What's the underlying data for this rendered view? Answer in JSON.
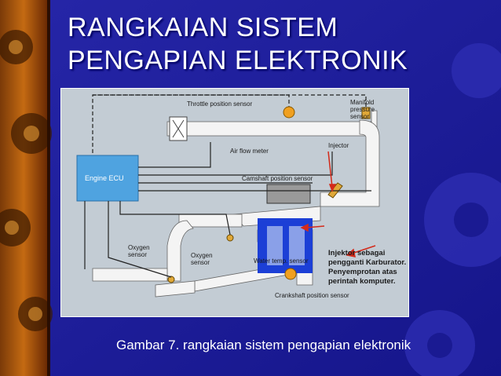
{
  "slide": {
    "title_line1": "RANGKAIAN SISTEM",
    "title_line2": "PENGAPIAN ELEKTRONIK",
    "caption": "Gambar 7. rangkaian sistem pengapian elektronik"
  },
  "diagram": {
    "ecu": "Engine ECU",
    "throttle_position_sensor": "Throttle position sensor",
    "manifold_line1": "Manifold",
    "manifold_line2": "pressure",
    "manifold_line3": "sensor",
    "air_flow_meter": "Air flow meter",
    "injector": "Injector",
    "camshaft_position_sensor": "Camshaft position sensor",
    "oxygen_sensor_1_line1": "Oxygen",
    "oxygen_sensor_1_line2": "sensor",
    "oxygen_sensor_2_line1": "Oxygen",
    "oxygen_sensor_2_line2": "sensor",
    "water_temp_sensor": "Water temp. sensor",
    "crankshaft_position_sensor": "Crankshaft position sensor",
    "note_line1": "Injektor sebagai",
    "note_line2": "pengganti Karburator.",
    "note_line3": "Penyemprotan atas",
    "note_line4": "perintah komputer."
  },
  "colors": {
    "background": "#1e1e9c",
    "ecu_box": "#4fa3e0",
    "pipe": "#f4f4f4",
    "arrow_red": "#d42a1a",
    "engine_block": "#1c3fd6"
  }
}
